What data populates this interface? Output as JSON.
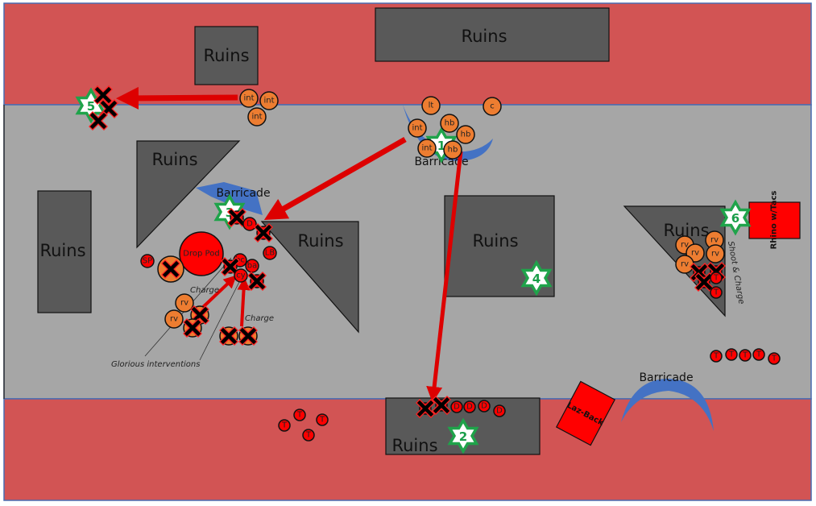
{
  "colors": {
    "deployment_zone": "#d25454",
    "no_mans_land": "#a6a6a6",
    "ruins": "#595959",
    "barricade": "#4472c4",
    "attacker_unit": "#ed7d31",
    "defender_unit": "#ff0000",
    "arrow": "#dd0000",
    "objective_outline": "#1fa34a",
    "border": "#4a6bb0"
  },
  "terrain": {
    "ruins_label": "Ruins",
    "barricade_label": "Barricade"
  },
  "objectives": [
    {
      "id": "obj-1",
      "number": "1"
    },
    {
      "id": "obj-2",
      "number": "2"
    },
    {
      "id": "obj-3",
      "number": "3"
    },
    {
      "id": "obj-4",
      "number": "4"
    },
    {
      "id": "obj-5",
      "number": "5"
    },
    {
      "id": "obj-6",
      "number": "6"
    }
  ],
  "attacker_units": {
    "top_left_group": [
      "int",
      "int",
      "int"
    ],
    "top_center_group": [
      "lt",
      "c",
      "int",
      "hb",
      "hb",
      "int",
      "hb"
    ],
    "left_group": [
      "rv",
      "rv",
      "rv",
      "rv"
    ],
    "right_group": [
      "rv",
      "rv",
      "rv",
      "rv",
      "rv"
    ]
  },
  "defender_units": {
    "left_cluster": [
      "D",
      "LB",
      "SP",
      "bc",
      "ba",
      "cy"
    ],
    "drop_pod": "Drop Pod",
    "bottom_ruins": [
      "D",
      "D",
      "D",
      "D"
    ],
    "bottom_left_group": [
      "T",
      "T",
      "T",
      "T"
    ],
    "right_row": [
      "T",
      "T",
      "T",
      "T",
      "T"
    ],
    "right_ruins": [
      "T",
      "T"
    ],
    "rhino": "Rhino w/Tacs",
    "laz_back": "Laz-Back"
  },
  "annotations": {
    "charge_1": "Charge",
    "charge_2": "Charge",
    "glorious": "Glorious interventions",
    "shoot_charge": "Shoot & Charge"
  }
}
